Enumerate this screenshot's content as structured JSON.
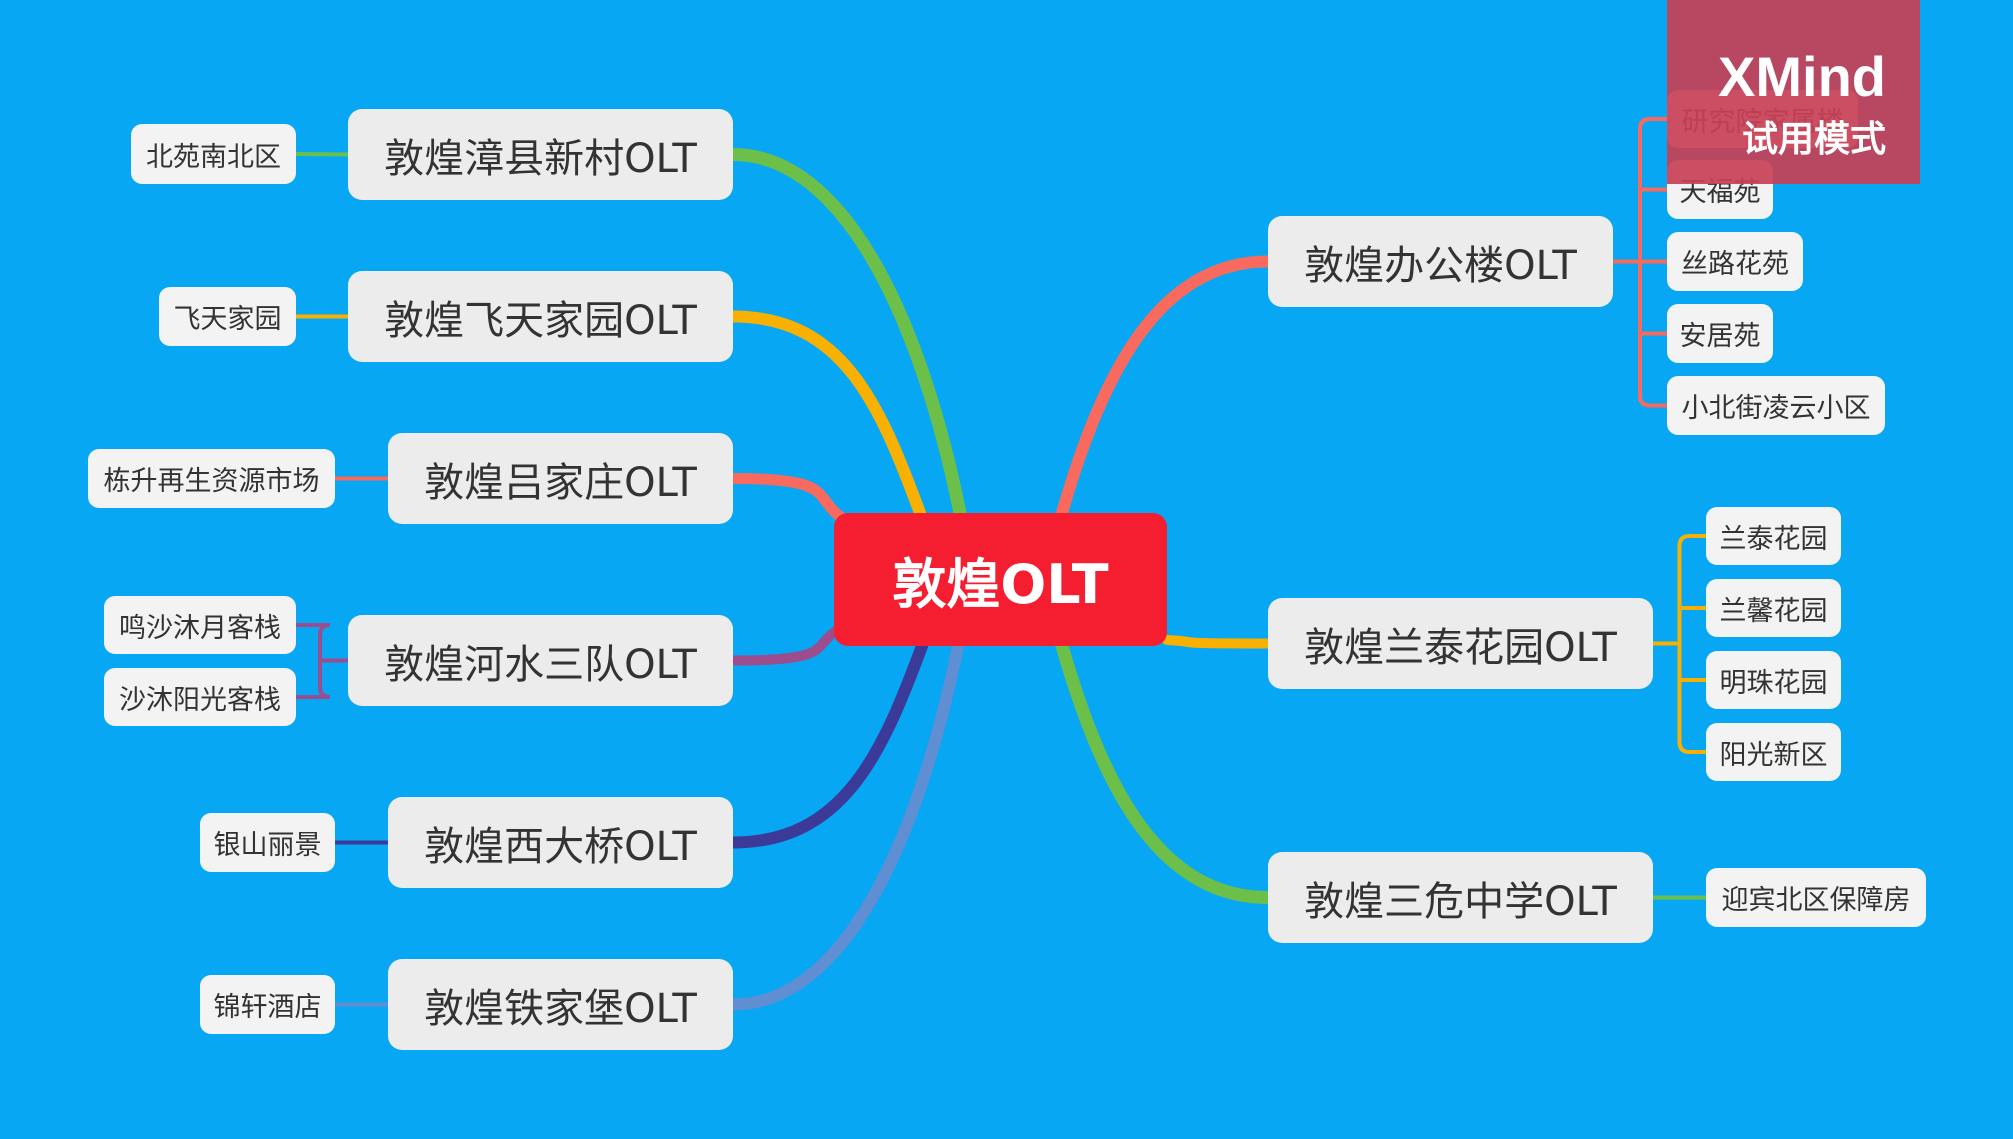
{
  "watermark": {
    "brand": "XMind",
    "mode": "试用模式"
  },
  "colors": {
    "background": "#07a7f3",
    "root": "#f41e30",
    "node": "#ececec",
    "green": "#6cc04a",
    "yellow": "#f8b100",
    "salmon": "#f96a5e",
    "purple": "#9c4d8e",
    "indigo": "#3c3a98",
    "steel": "#5f8ed3"
  },
  "root": {
    "label": "敦煌OLT"
  },
  "branches": [
    {
      "id": "zhangxian",
      "label": "敦煌漳县新村OLT",
      "color": "green",
      "leaves": [
        "北苑南北区"
      ]
    },
    {
      "id": "feitian",
      "label": "敦煌飞天家园OLT",
      "color": "yellow",
      "leaves": [
        "飞天家园"
      ]
    },
    {
      "id": "lvjiazhuang",
      "label": "敦煌吕家庄OLT",
      "color": "salmon",
      "leaves": [
        "栋升再生资源市场"
      ]
    },
    {
      "id": "heshui",
      "label": "敦煌河水三队OLT",
      "color": "purple",
      "leaves": [
        "鸣沙沐月客栈",
        "沙沐阳光客栈"
      ]
    },
    {
      "id": "xidaqiao",
      "label": "敦煌西大桥OLT",
      "color": "indigo",
      "leaves": [
        "银山丽景"
      ]
    },
    {
      "id": "tiejiabao",
      "label": "敦煌铁家堡OLT",
      "color": "steel",
      "leaves": [
        "锦轩酒店"
      ]
    },
    {
      "id": "bangonglou",
      "label": "敦煌办公楼OLT",
      "color": "salmon",
      "leaves": [
        "研究院家属楼",
        "天福苑",
        "丝路花苑",
        "安居苑",
        "小北街凌云小区"
      ]
    },
    {
      "id": "lantai",
      "label": "敦煌兰泰花园OLT",
      "color": "yellow",
      "leaves": [
        "兰泰花园",
        "兰馨花园",
        "明珠花园",
        "阳光新区"
      ]
    },
    {
      "id": "sanwei",
      "label": "敦煌三危中学OLT",
      "color": "green",
      "leaves": [
        "迎宾北区保障房"
      ]
    }
  ]
}
